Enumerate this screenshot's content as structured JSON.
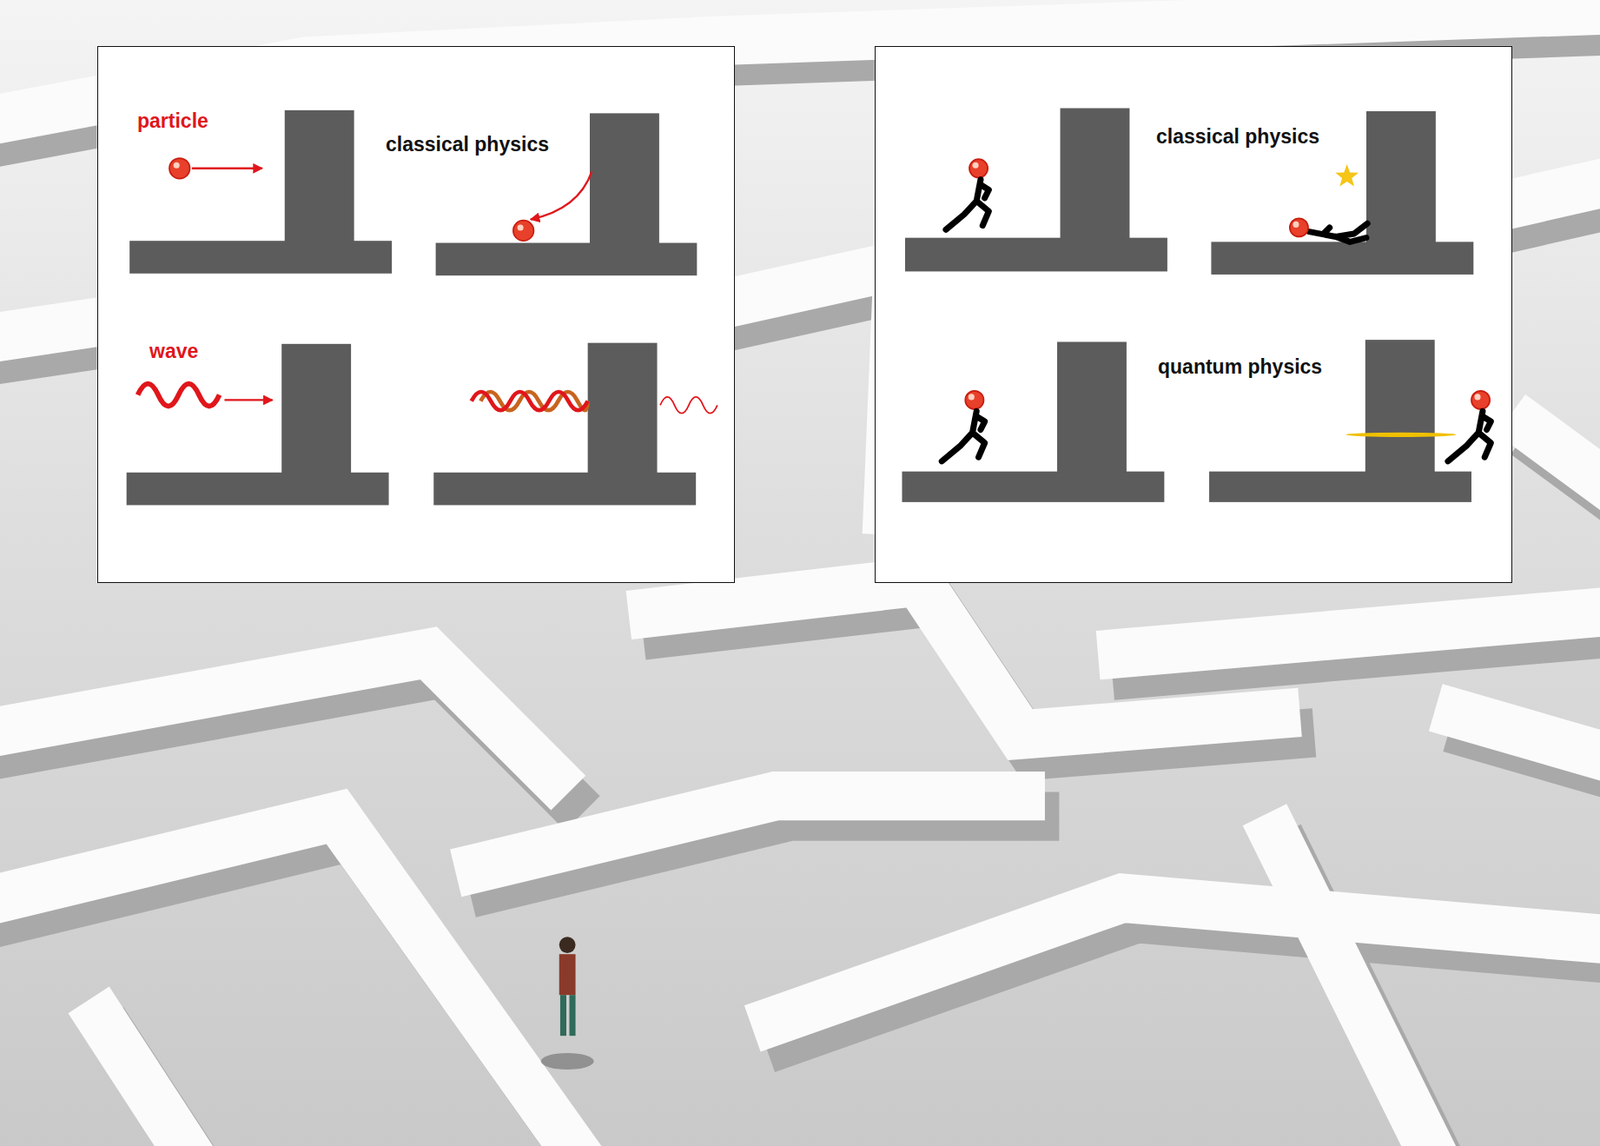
{
  "diagram": {
    "nodes": [
      {
        "text": [
          "particle",
          "classical physics",
          "wave"
        ]
      },
      {
        "text": [
          "classical physics",
          "quantum physics"
        ]
      }
    ]
  }
}
